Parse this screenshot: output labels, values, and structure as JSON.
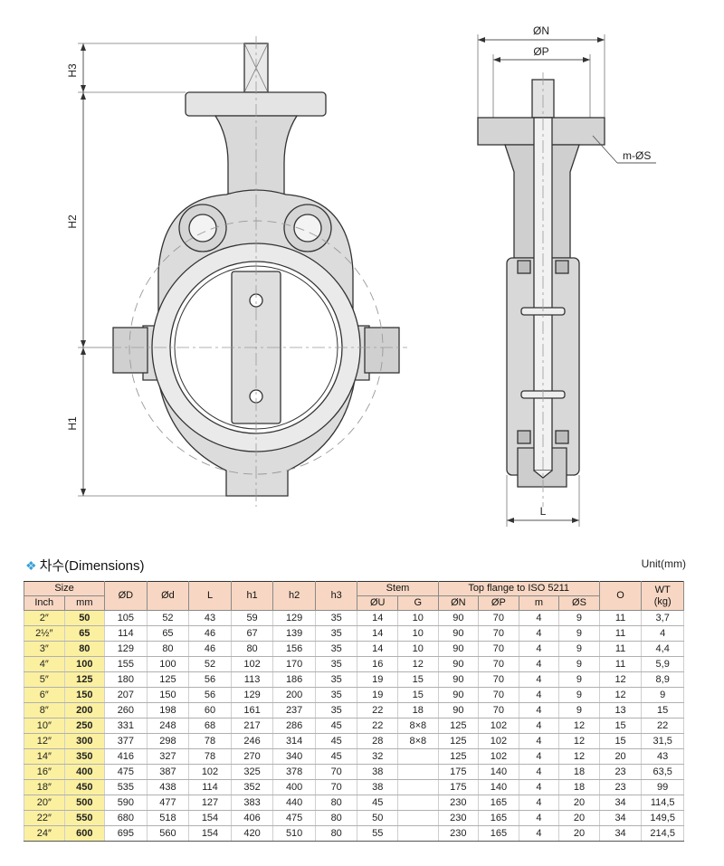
{
  "drawing": {
    "labels": {
      "h3": "H3",
      "h2": "H2",
      "h1": "H1",
      "n": "ØN",
      "p": "ØP",
      "s": "m-ØS",
      "l": "L"
    }
  },
  "section": {
    "icon": "diamond-icon",
    "title": "차수(Dimensions)",
    "unit": "Unit(mm)"
  },
  "table": {
    "group_headers": {
      "size": "Size",
      "stem": "Stem",
      "top_flange": "Top flange to ISO 5211"
    },
    "headers": {
      "inch": "Inch",
      "mm": "mm",
      "d_outer": "ØD",
      "d_inner": "Ød",
      "l": "L",
      "h1": "h1",
      "h2": "h2",
      "h3": "h3",
      "u": "ØU",
      "g": "G",
      "n": "ØN",
      "p": "ØP",
      "m": "m",
      "s": "ØS",
      "o": "O",
      "wt": "WT",
      "wt_unit": "(kg)"
    },
    "rows": [
      [
        "2″",
        "50",
        "105",
        "52",
        "43",
        "59",
        "129",
        "35",
        "14",
        "10",
        "90",
        "70",
        "4",
        "9",
        "11",
        "3,7"
      ],
      [
        "2½″",
        "65",
        "114",
        "65",
        "46",
        "67",
        "139",
        "35",
        "14",
        "10",
        "90",
        "70",
        "4",
        "9",
        "11",
        "4"
      ],
      [
        "3″",
        "80",
        "129",
        "80",
        "46",
        "80",
        "156",
        "35",
        "14",
        "10",
        "90",
        "70",
        "4",
        "9",
        "11",
        "4,4"
      ],
      [
        "4″",
        "100",
        "155",
        "100",
        "52",
        "102",
        "170",
        "35",
        "16",
        "12",
        "90",
        "70",
        "4",
        "9",
        "11",
        "5,9"
      ],
      [
        "5″",
        "125",
        "180",
        "125",
        "56",
        "113",
        "186",
        "35",
        "19",
        "15",
        "90",
        "70",
        "4",
        "9",
        "12",
        "8,9"
      ],
      [
        "6″",
        "150",
        "207",
        "150",
        "56",
        "129",
        "200",
        "35",
        "19",
        "15",
        "90",
        "70",
        "4",
        "9",
        "12",
        "9"
      ],
      [
        "8″",
        "200",
        "260",
        "198",
        "60",
        "161",
        "237",
        "35",
        "22",
        "18",
        "90",
        "70",
        "4",
        "9",
        "13",
        "15"
      ],
      [
        "10″",
        "250",
        "331",
        "248",
        "68",
        "217",
        "286",
        "45",
        "22",
        "8×8",
        "125",
        "102",
        "4",
        "12",
        "15",
        "22"
      ],
      [
        "12″",
        "300",
        "377",
        "298",
        "78",
        "246",
        "314",
        "45",
        "28",
        "8×8",
        "125",
        "102",
        "4",
        "12",
        "15",
        "31,5"
      ],
      [
        "14″",
        "350",
        "416",
        "327",
        "78",
        "270",
        "340",
        "45",
        "32",
        "",
        "125",
        "102",
        "4",
        "12",
        "20",
        "43"
      ],
      [
        "16″",
        "400",
        "475",
        "387",
        "102",
        "325",
        "378",
        "70",
        "38",
        "",
        "175",
        "140",
        "4",
        "18",
        "23",
        "63,5"
      ],
      [
        "18″",
        "450",
        "535",
        "438",
        "114",
        "352",
        "400",
        "70",
        "38",
        "",
        "175",
        "140",
        "4",
        "18",
        "23",
        "99"
      ],
      [
        "20″",
        "500",
        "590",
        "477",
        "127",
        "383",
        "440",
        "80",
        "45",
        "",
        "230",
        "165",
        "4",
        "20",
        "34",
        "114,5"
      ],
      [
        "22″",
        "550",
        "680",
        "518",
        "154",
        "406",
        "475",
        "80",
        "50",
        "",
        "230",
        "165",
        "4",
        "20",
        "34",
        "149,5"
      ],
      [
        "24″",
        "600",
        "695",
        "560",
        "154",
        "420",
        "510",
        "80",
        "55",
        "",
        "230",
        "165",
        "4",
        "20",
        "34",
        "214,5"
      ]
    ]
  }
}
